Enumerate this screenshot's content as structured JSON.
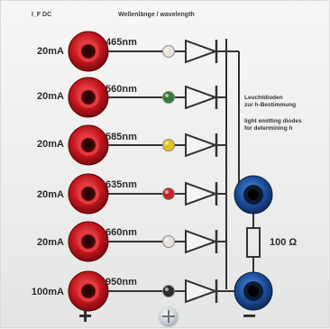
{
  "header": {
    "forward_current_label": "I_F DC",
    "wavelength_label": "Wellenlänge / wavelength"
  },
  "channels": [
    {
      "current": "20mA",
      "wavelength": "465nm",
      "led_color": "#e8e4dc"
    },
    {
      "current": "20mA",
      "wavelength": "560nm",
      "led_color": "#2f7d2f"
    },
    {
      "current": "20mA",
      "wavelength": "585nm",
      "led_color": "#e3c21a"
    },
    {
      "current": "20mA",
      "wavelength": "635nm",
      "led_color": "#c8202a"
    },
    {
      "current": "20mA",
      "wavelength": "660nm",
      "led_color": "#e7e1dd"
    },
    {
      "current": "100mA",
      "wavelength": "950nm",
      "led_color": "#2b2b2b"
    }
  ],
  "notes": {
    "de_line1": "Leuchtdioden",
    "de_line2": "zur h-Bestimmung",
    "en_line1": "light emitting diodes",
    "en_line2": "for determining h"
  },
  "resistor": {
    "label": "100 Ω"
  },
  "terminals": {
    "plus": "+",
    "minus": "−"
  },
  "colors": {
    "red_socket": "#c4161c",
    "blue_socket": "#1c4f9c",
    "wire": "#333333"
  }
}
